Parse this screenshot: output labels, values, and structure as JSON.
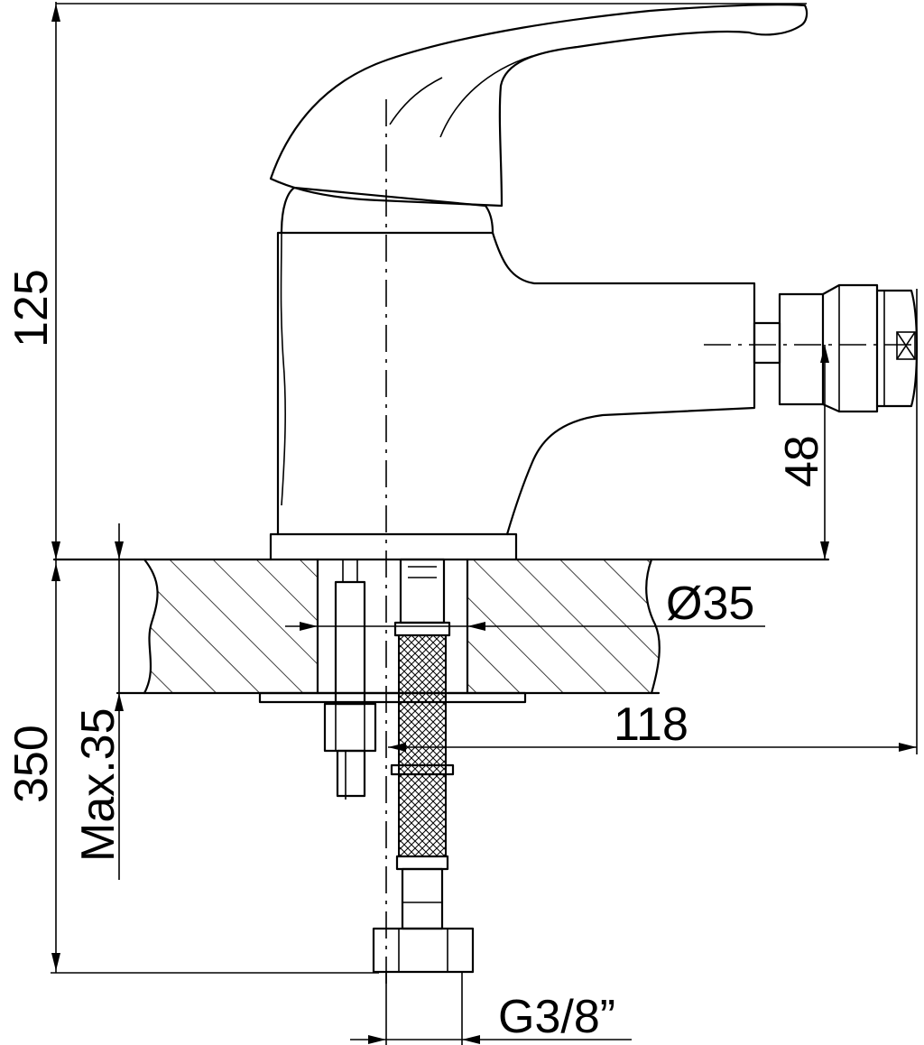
{
  "dimensions": {
    "height_spout": "125",
    "outlet_height": "48",
    "hole_diameter": "Ø35",
    "reach": "118",
    "hose_length": "350",
    "max_thickness": "Max.35",
    "thread": "G3/8”"
  }
}
